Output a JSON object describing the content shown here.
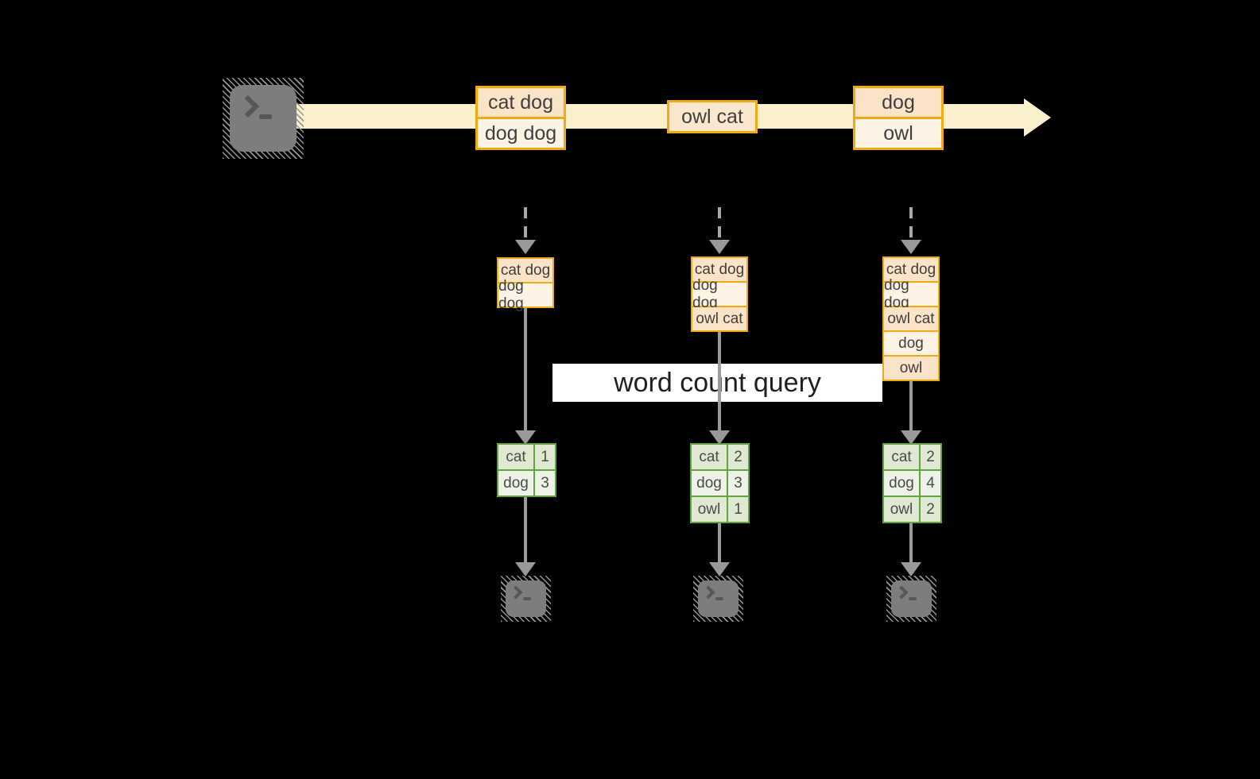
{
  "diagram": {
    "label": {
      "query": "word count query"
    },
    "palette": {
      "background": "#000000",
      "stream_band": "#fbf0cc",
      "box_border": "#f0ab13",
      "box_fill_peach": "#fae3c7",
      "box_fill_cream": "#fdf3e5",
      "table_border": "#61a33c",
      "table_cell_dark": "#dfe9d1",
      "table_cell_light": "#eef3e8",
      "arrow_gray": "#9b9b9b"
    },
    "source": {
      "icon": "terminal-icon"
    },
    "timeline": {
      "batches": [
        {
          "lines": [
            "cat dog",
            "dog dog"
          ]
        },
        {
          "lines": [
            "owl cat"
          ]
        },
        {
          "lines": [
            "dog",
            "owl"
          ]
        }
      ]
    },
    "columns": [
      {
        "micro_batch": [
          "cat dog",
          "dog dog"
        ],
        "counts": [
          {
            "word": "cat",
            "count": "1"
          },
          {
            "word": "dog",
            "count": "3"
          }
        ],
        "sink_icon": "terminal-icon"
      },
      {
        "micro_batch": [
          "cat dog",
          "dog dog",
          "owl cat"
        ],
        "counts": [
          {
            "word": "cat",
            "count": "2"
          },
          {
            "word": "dog",
            "count": "3"
          },
          {
            "word": "owl",
            "count": "1"
          }
        ],
        "sink_icon": "terminal-icon"
      },
      {
        "micro_batch": [
          "cat dog",
          "dog dog",
          "owl cat",
          "dog",
          "owl"
        ],
        "counts": [
          {
            "word": "cat",
            "count": "2"
          },
          {
            "word": "dog",
            "count": "4"
          },
          {
            "word": "owl",
            "count": "2"
          }
        ],
        "sink_icon": "terminal-icon"
      }
    ]
  }
}
